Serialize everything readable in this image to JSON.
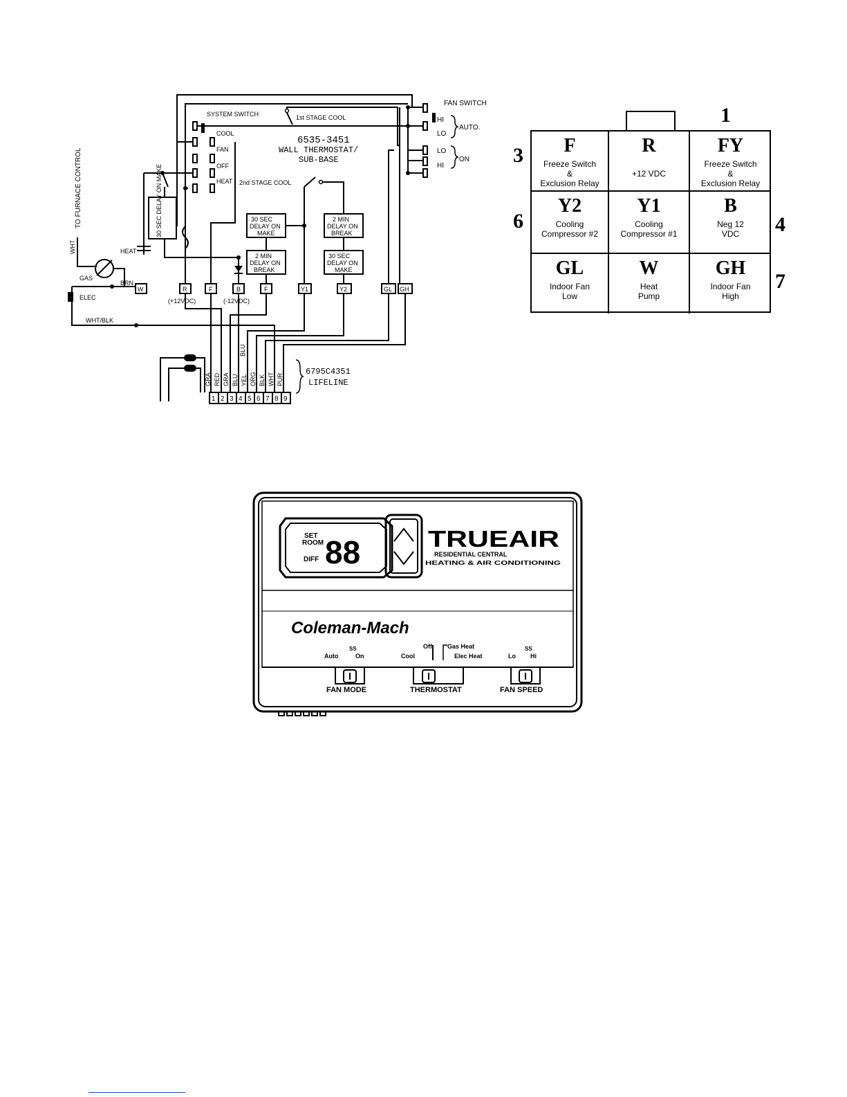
{
  "wiring": {
    "fan_switch": "FAN SWITCH",
    "hi": "HI",
    "lo": "LO",
    "auto": "AUTO.",
    "on": "ON",
    "system_switch": "SYSTEM SWITCH",
    "first_stage_cool": "1st STAGE COOL",
    "cool": "COOL",
    "fan": "FAN",
    "off": "OFF",
    "heat": "HEAT",
    "model_line1": "6535-3451",
    "model_line2": "WALL THERMOSTAT/",
    "model_line3": "SUB-BASE",
    "second_stage_cool": "2nd STAGE COOL",
    "to_furnace_control": "TO FURNACE CONTROL",
    "wht": "WHT",
    "delay_30_make_vertical": "30 SEC DELAY ON MAKE",
    "heat_cap": "HEAT",
    "gas": "GAS",
    "brn": "BRN",
    "elec": "ELEC",
    "wht_blk": "WHT/BLK",
    "plus12": "(+12VDC)",
    "minus12": "(-12VDC)",
    "blu": "BLU",
    "lifeline_part": "6795C4351",
    "lifeline": "LIFELINE",
    "terminals": [
      "W",
      "R",
      "F",
      "B",
      "F",
      "Y1",
      "Y2",
      "GL",
      "GH"
    ],
    "delay_boxes": [
      {
        "l1": "30 SEC",
        "l2": "DELAY ON",
        "l3": "MAKE"
      },
      {
        "l1": "2 MIN",
        "l2": "DELAY ON",
        "l3": "BREAK"
      },
      {
        "l1": "2 MIN",
        "l2": "DELAY ON",
        "l3": "BREAK"
      },
      {
        "l1": "30 SEC",
        "l2": "DELAY ON",
        "l3": "MAKE"
      }
    ],
    "wire_colors": [
      "GRA",
      "RED",
      "GRA",
      "BLU",
      "YEL",
      "ORG",
      "BLK",
      "WHT",
      "PUR"
    ],
    "pins": [
      "1",
      "2",
      "3",
      "4",
      "5",
      "6",
      "7",
      "8",
      "9"
    ]
  },
  "plug": {
    "cells": [
      {
        "code": "F",
        "l1": "Freeze Switch",
        "l2": "&",
        "l3": "Exclusion Relay"
      },
      {
        "code": "R",
        "l1": "",
        "l2": "+12 VDC",
        "l3": ""
      },
      {
        "code": "FY",
        "l1": "Freeze Switch",
        "l2": "&",
        "l3": "Exclusion Relay"
      },
      {
        "code": "Y2",
        "l1": "Cooling",
        "l2": "Compressor #2",
        "l3": ""
      },
      {
        "code": "Y1",
        "l1": "Cooling",
        "l2": "Compressor #1",
        "l3": ""
      },
      {
        "code": "B",
        "l1": "Neg 12",
        "l2": "VDC",
        "l3": ""
      },
      {
        "code": "GL",
        "l1": "Indoor Fan",
        "l2": "Low",
        "l3": ""
      },
      {
        "code": "W",
        "l1": "Heat",
        "l2": "Pump",
        "l3": ""
      },
      {
        "code": "GH",
        "l1": "Indoor Fan",
        "l2": "High",
        "l3": ""
      }
    ],
    "numbers": {
      "n1": "1",
      "n3": "3",
      "n6": "6",
      "n4": "4",
      "n7": "7"
    }
  },
  "thermostat": {
    "display_set": "SET",
    "display_room": "ROOM",
    "display_diff": "DIFF",
    "display_digits": "88",
    "brand": "TRUEAIR",
    "tagline1": "RESIDENTIAL CENTRAL",
    "tagline2": "HEATING & AIR CONDITIONING",
    "maker": "Coleman-Mach",
    "fan_mode_auto": "Auto",
    "fan_mode_on": "On",
    "fan_mode_mark": "SS",
    "off": "Off",
    "cool": "Cool",
    "gas_heat": "Gas Heat",
    "elec_heat": "Elec Heat",
    "fan_speed_lo": "Lo",
    "fan_speed_hi": "Hi",
    "fan_speed_mark": "SS",
    "fan_mode_label": "FAN MODE",
    "thermostat_label": "THERMOSTAT",
    "fan_speed_label": "FAN SPEED"
  }
}
